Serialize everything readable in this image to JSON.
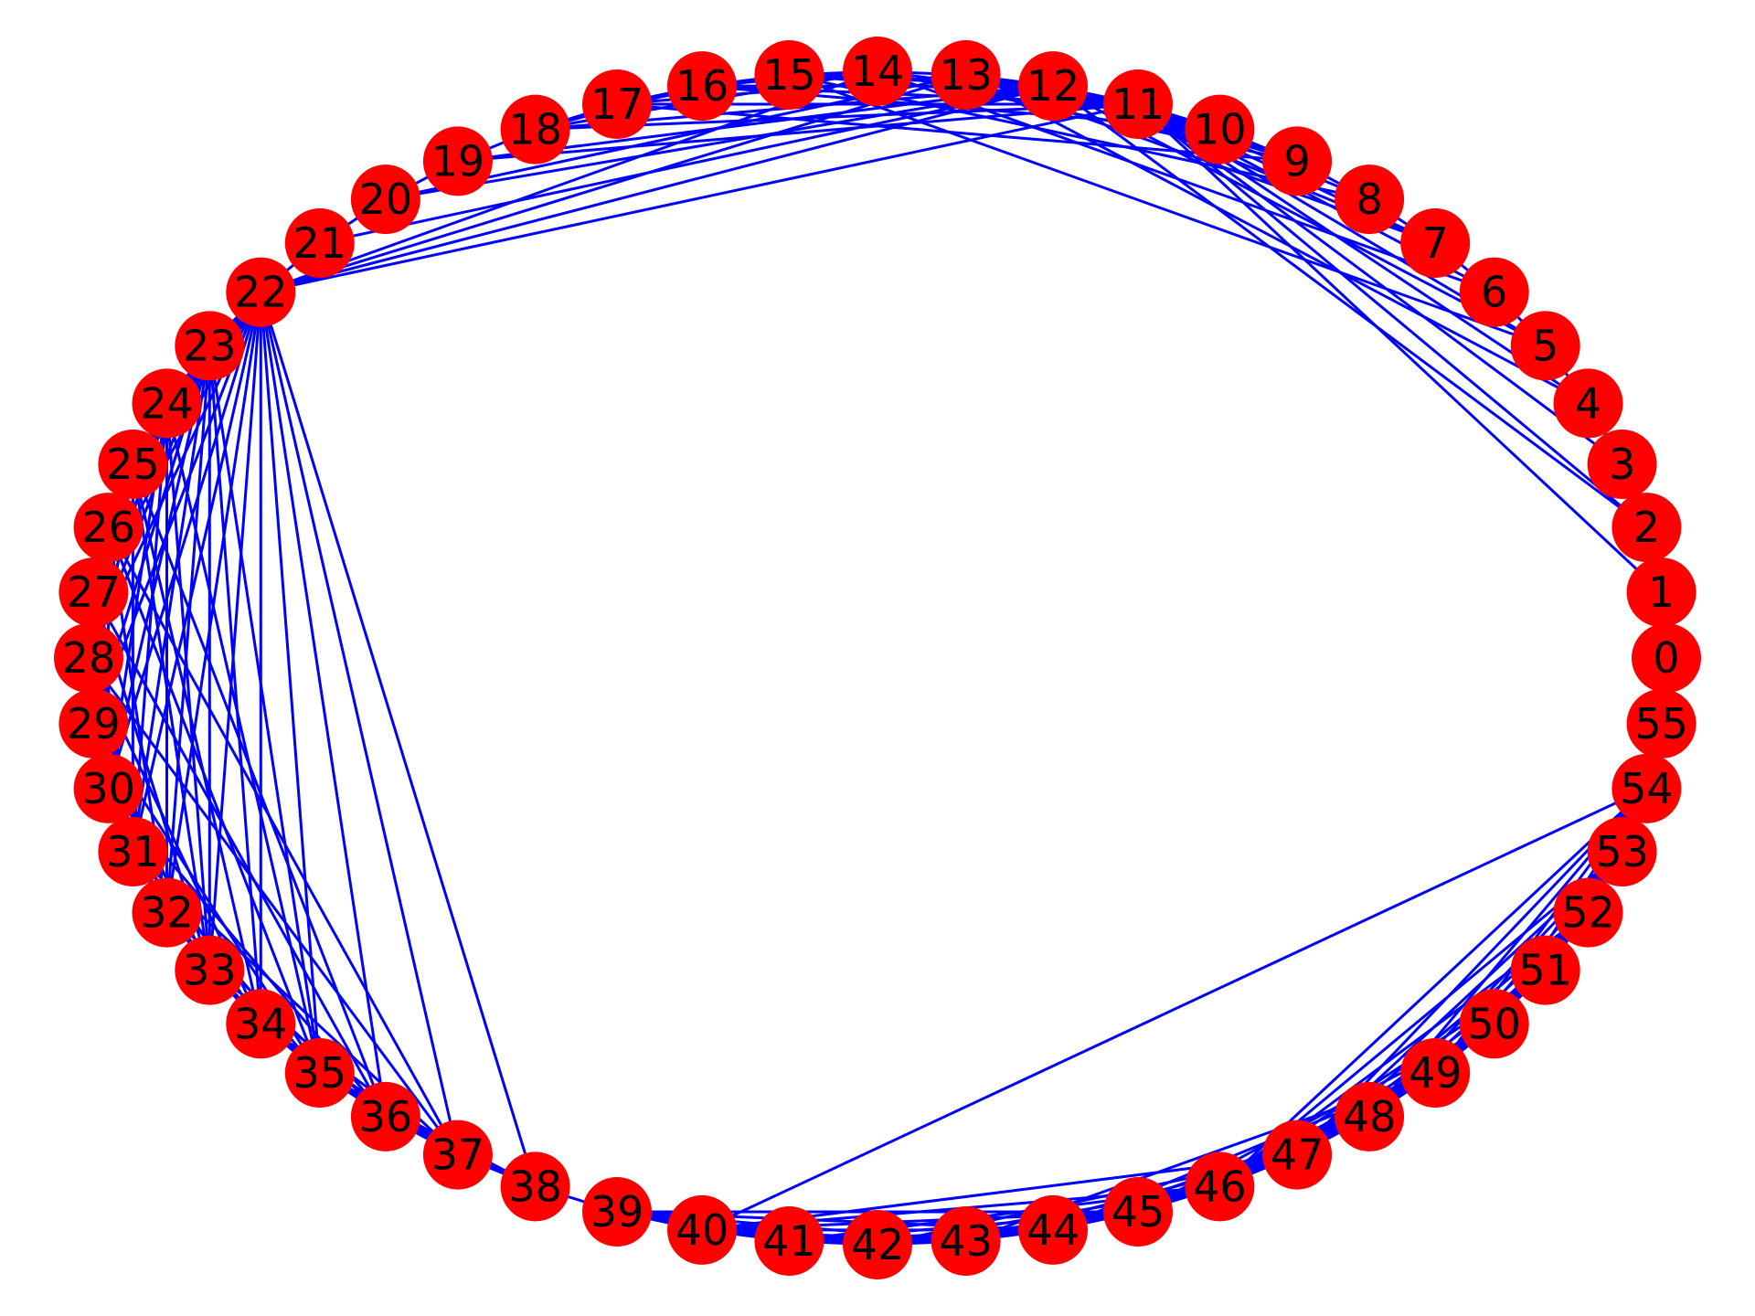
{
  "colors": {
    "node_fill": "#ff0000",
    "edge_stroke": "#0000ff",
    "label": "#000000",
    "background": "#ffffff"
  },
  "graph": {
    "layout": "circular",
    "node_count": 56,
    "nodes": [
      "0",
      "1",
      "2",
      "3",
      "4",
      "5",
      "6",
      "7",
      "8",
      "9",
      "10",
      "11",
      "12",
      "13",
      "14",
      "15",
      "16",
      "17",
      "18",
      "19",
      "20",
      "21",
      "22",
      "23",
      "24",
      "25",
      "26",
      "27",
      "28",
      "29",
      "30",
      "31",
      "32",
      "33",
      "34",
      "35",
      "36",
      "37",
      "38",
      "39",
      "40",
      "41",
      "42",
      "43",
      "44",
      "45",
      "46",
      "47",
      "48",
      "49",
      "50",
      "51",
      "52",
      "53",
      "54",
      "55"
    ],
    "edges": [
      [
        0,
        1
      ],
      [
        1,
        2
      ],
      [
        2,
        3
      ],
      [
        3,
        4
      ],
      [
        4,
        5
      ],
      [
        5,
        6
      ],
      [
        6,
        7
      ],
      [
        7,
        8
      ],
      [
        8,
        9
      ],
      [
        9,
        10
      ],
      [
        10,
        11
      ],
      [
        11,
        12
      ],
      [
        12,
        13
      ],
      [
        13,
        14
      ],
      [
        14,
        15
      ],
      [
        15,
        16
      ],
      [
        16,
        17
      ],
      [
        17,
        18
      ],
      [
        18,
        19
      ],
      [
        19,
        20
      ],
      [
        20,
        21
      ],
      [
        21,
        22
      ],
      [
        22,
        23
      ],
      [
        23,
        24
      ],
      [
        24,
        25
      ],
      [
        25,
        26
      ],
      [
        26,
        27
      ],
      [
        27,
        28
      ],
      [
        28,
        29
      ],
      [
        29,
        30
      ],
      [
        30,
        31
      ],
      [
        31,
        32
      ],
      [
        32,
        33
      ],
      [
        33,
        34
      ],
      [
        34,
        35
      ],
      [
        35,
        36
      ],
      [
        36,
        37
      ],
      [
        37,
        38
      ],
      [
        38,
        39
      ],
      [
        39,
        40
      ],
      [
        40,
        41
      ],
      [
        41,
        42
      ],
      [
        42,
        43
      ],
      [
        43,
        44
      ],
      [
        44,
        45
      ],
      [
        45,
        46
      ],
      [
        46,
        47
      ],
      [
        47,
        48
      ],
      [
        48,
        49
      ],
      [
        49,
        50
      ],
      [
        50,
        51
      ],
      [
        51,
        52
      ],
      [
        52,
        53
      ],
      [
        53,
        54
      ],
      [
        54,
        55
      ],
      [
        55,
        0
      ],
      [
        11,
        1
      ],
      [
        11,
        2
      ],
      [
        11,
        3
      ],
      [
        11,
        4
      ],
      [
        11,
        5
      ],
      [
        11,
        6
      ],
      [
        11,
        7
      ],
      [
        11,
        8
      ],
      [
        11,
        9
      ],
      [
        11,
        13
      ],
      [
        11,
        14
      ],
      [
        11,
        15
      ],
      [
        11,
        16
      ],
      [
        11,
        17
      ],
      [
        11,
        18
      ],
      [
        12,
        2
      ],
      [
        12,
        5
      ],
      [
        12,
        7
      ],
      [
        12,
        9
      ],
      [
        12,
        15
      ],
      [
        12,
        16
      ],
      [
        12,
        18
      ],
      [
        12,
        19
      ],
      [
        12,
        20
      ],
      [
        12,
        21
      ],
      [
        12,
        22
      ],
      [
        13,
        4
      ],
      [
        13,
        7
      ],
      [
        13,
        17
      ],
      [
        14,
        6
      ],
      [
        14,
        9
      ],
      [
        14,
        16
      ],
      [
        14,
        18
      ],
      [
        15,
        5
      ],
      [
        15,
        8
      ],
      [
        15,
        17
      ],
      [
        16,
        10
      ],
      [
        16,
        18
      ],
      [
        17,
        9
      ],
      [
        10,
        13
      ],
      [
        9,
        12
      ],
      [
        22,
        11
      ],
      [
        22,
        13
      ],
      [
        22,
        14
      ],
      [
        20,
        13
      ],
      [
        19,
        11
      ],
      [
        22,
        24
      ],
      [
        22,
        25
      ],
      [
        22,
        26
      ],
      [
        22,
        27
      ],
      [
        22,
        28
      ],
      [
        22,
        29
      ],
      [
        22,
        30
      ],
      [
        22,
        31
      ],
      [
        22,
        32
      ],
      [
        22,
        33
      ],
      [
        22,
        34
      ],
      [
        22,
        35
      ],
      [
        22,
        36
      ],
      [
        22,
        37
      ],
      [
        22,
        38
      ],
      [
        23,
        25
      ],
      [
        23,
        26
      ],
      [
        23,
        27
      ],
      [
        23,
        28
      ],
      [
        23,
        29
      ],
      [
        23,
        30
      ],
      [
        23,
        31
      ],
      [
        23,
        32
      ],
      [
        23,
        33
      ],
      [
        23,
        34
      ],
      [
        23,
        35
      ],
      [
        24,
        26
      ],
      [
        24,
        28
      ],
      [
        24,
        30
      ],
      [
        24,
        31
      ],
      [
        24,
        32
      ],
      [
        24,
        33
      ],
      [
        24,
        35
      ],
      [
        25,
        27
      ],
      [
        25,
        29
      ],
      [
        25,
        31
      ],
      [
        25,
        33
      ],
      [
        25,
        34
      ],
      [
        25,
        36
      ],
      [
        26,
        28
      ],
      [
        26,
        30
      ],
      [
        26,
        32
      ],
      [
        26,
        35
      ],
      [
        26,
        37
      ],
      [
        27,
        29
      ],
      [
        27,
        31
      ],
      [
        27,
        33
      ],
      [
        27,
        36
      ],
      [
        28,
        30
      ],
      [
        28,
        32
      ],
      [
        28,
        34
      ],
      [
        28,
        37
      ],
      [
        29,
        31
      ],
      [
        29,
        33
      ],
      [
        29,
        35
      ],
      [
        30,
        32
      ],
      [
        30,
        34
      ],
      [
        30,
        36
      ],
      [
        31,
        33
      ],
      [
        31,
        35
      ],
      [
        31,
        37
      ],
      [
        32,
        34
      ],
      [
        32,
        36
      ],
      [
        33,
        35
      ],
      [
        33,
        37
      ],
      [
        34,
        36
      ],
      [
        34,
        37
      ],
      [
        35,
        37
      ],
      [
        36,
        38
      ],
      [
        35,
        38
      ],
      [
        39,
        41
      ],
      [
        39,
        42
      ],
      [
        39,
        43
      ],
      [
        39,
        44
      ],
      [
        39,
        45
      ],
      [
        40,
        42
      ],
      [
        40,
        43
      ],
      [
        40,
        44
      ],
      [
        40,
        45
      ],
      [
        40,
        46
      ],
      [
        40,
        47
      ],
      [
        40,
        54
      ],
      [
        41,
        43
      ],
      [
        41,
        44
      ],
      [
        41,
        45
      ],
      [
        41,
        46
      ],
      [
        42,
        44
      ],
      [
        42,
        45
      ],
      [
        42,
        46
      ],
      [
        42,
        47
      ],
      [
        43,
        45
      ],
      [
        43,
        46
      ],
      [
        43,
        47
      ],
      [
        43,
        49
      ],
      [
        44,
        46
      ],
      [
        44,
        48
      ],
      [
        44,
        49
      ],
      [
        45,
        47
      ],
      [
        45,
        48
      ],
      [
        45,
        49
      ],
      [
        45,
        50
      ],
      [
        46,
        48
      ],
      [
        46,
        49
      ],
      [
        46,
        50
      ],
      [
        46,
        51
      ],
      [
        46,
        52
      ],
      [
        46,
        53
      ],
      [
        46,
        54
      ],
      [
        47,
        49
      ],
      [
        47,
        50
      ],
      [
        47,
        51
      ],
      [
        47,
        52
      ],
      [
        47,
        53
      ],
      [
        47,
        54
      ],
      [
        48,
        50
      ],
      [
        48,
        51
      ],
      [
        48,
        52
      ],
      [
        48,
        53
      ],
      [
        48,
        54
      ],
      [
        49,
        51
      ],
      [
        49,
        52
      ],
      [
        49,
        53
      ],
      [
        49,
        54
      ],
      [
        50,
        52
      ],
      [
        50,
        53
      ],
      [
        50,
        54
      ],
      [
        51,
        53
      ],
      [
        51,
        54
      ]
    ]
  }
}
